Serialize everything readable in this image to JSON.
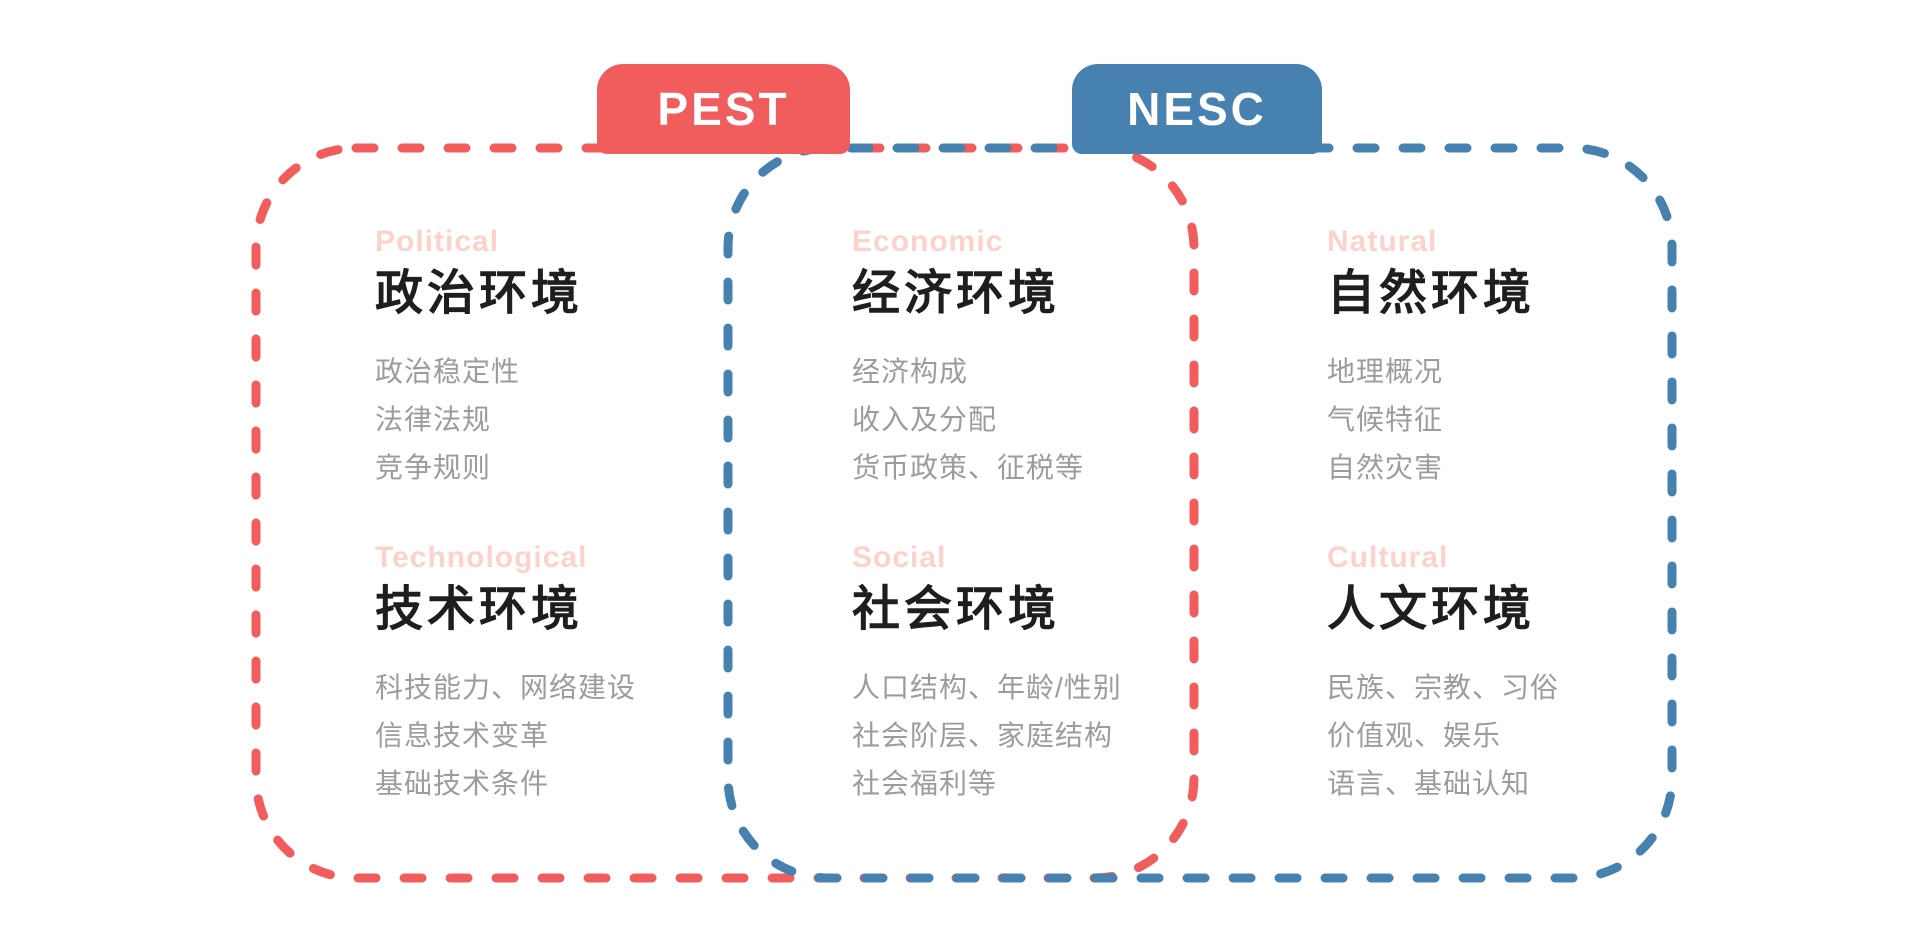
{
  "badges": {
    "pest": {
      "label": "PEST",
      "color": "#F15D5D"
    },
    "nesc": {
      "label": "NESC",
      "color": "#4681AF"
    }
  },
  "colors": {
    "red_frame": "#F15D5D",
    "blue_frame": "#4681AF",
    "label_pink": "#FBD3CC",
    "title_black": "#1E1E1E",
    "item_gray": "#9C9C9C",
    "background": "#FFFFFF"
  },
  "sections": [
    {
      "en": "Political",
      "zh": "政治环境",
      "items": [
        "政治稳定性",
        "法律法规",
        "竞争规则"
      ]
    },
    {
      "en": "Economic",
      "zh": "经济环境",
      "items": [
        "经济构成",
        "收入及分配",
        "货币政策、征税等"
      ]
    },
    {
      "en": "Natural",
      "zh": "自然环境",
      "items": [
        "地理概况",
        "气候特征",
        "自然灾害"
      ]
    },
    {
      "en": "Technological",
      "zh": "技术环境",
      "items": [
        "科技能力、网络建设",
        "信息技术变革",
        "基础技术条件"
      ]
    },
    {
      "en": "Social",
      "zh": "社会环境",
      "items": [
        "人口结构、年龄/性别",
        "社会阶层、家庭结构",
        "社会福利等"
      ]
    },
    {
      "en": "Cultural",
      "zh": "人文环境",
      "items": [
        "民族、宗教、习俗",
        "价值观、娱乐",
        "语言、基础认知"
      ]
    }
  ]
}
